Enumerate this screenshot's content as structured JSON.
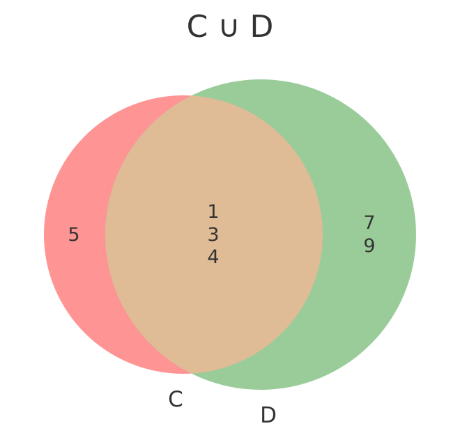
{
  "title": "C ∪ D",
  "colors": {
    "set_c": "#ff9495",
    "set_d": "#9acc9a",
    "intersection": "#dfbb96",
    "text": "#333333",
    "background": "#ffffff"
  },
  "sets": {
    "c": {
      "label": "C",
      "only": [
        "5"
      ]
    },
    "d": {
      "label": "D",
      "only": [
        "7",
        "9"
      ]
    },
    "both": [
      "1",
      "3",
      "4"
    ]
  }
}
